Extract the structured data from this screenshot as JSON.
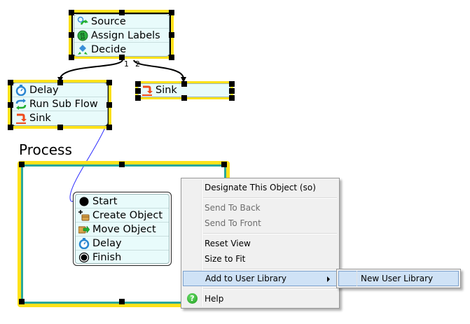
{
  "canvas": {
    "top_block": {
      "items": [
        {
          "icon": "source-icon",
          "label": "Source"
        },
        {
          "icon": "assign-labels-icon",
          "label": "Assign Labels"
        },
        {
          "icon": "decide-icon",
          "label": "Decide"
        }
      ],
      "port_labels": [
        "1",
        "2"
      ]
    },
    "left_block": {
      "items": [
        {
          "icon": "delay-icon",
          "label": "Delay"
        },
        {
          "icon": "run-sub-flow-icon",
          "label": "Run Sub Flow"
        },
        {
          "icon": "sink-icon",
          "label": "Sink"
        }
      ]
    },
    "right_block": {
      "items": [
        {
          "icon": "sink-icon",
          "label": "Sink"
        }
      ]
    },
    "process": {
      "title": "Process",
      "items": [
        {
          "icon": "start-icon",
          "label": "Start"
        },
        {
          "icon": "create-object-icon",
          "label": "Create Object"
        },
        {
          "icon": "move-object-icon",
          "label": "Move Object"
        },
        {
          "icon": "delay-icon",
          "label": "Delay"
        },
        {
          "icon": "finish-icon",
          "label": "Finish"
        }
      ]
    }
  },
  "context_menu": {
    "designate": "Designate This Object (so)",
    "send_to_back": "Send To Back",
    "send_to_front": "Send To Front",
    "reset_view": "Reset View",
    "size_to_fit": "Size to Fit",
    "add_to_user_library": "Add to User Library",
    "help": "Help",
    "help_icon": "?"
  },
  "submenu": {
    "new_user_library": "New User Library"
  },
  "colors": {
    "selection": "#ffe21a",
    "process_border": "#2aa89a",
    "block_fill": "#e8fbfb",
    "menu_highlight": "#cfe2f6"
  }
}
